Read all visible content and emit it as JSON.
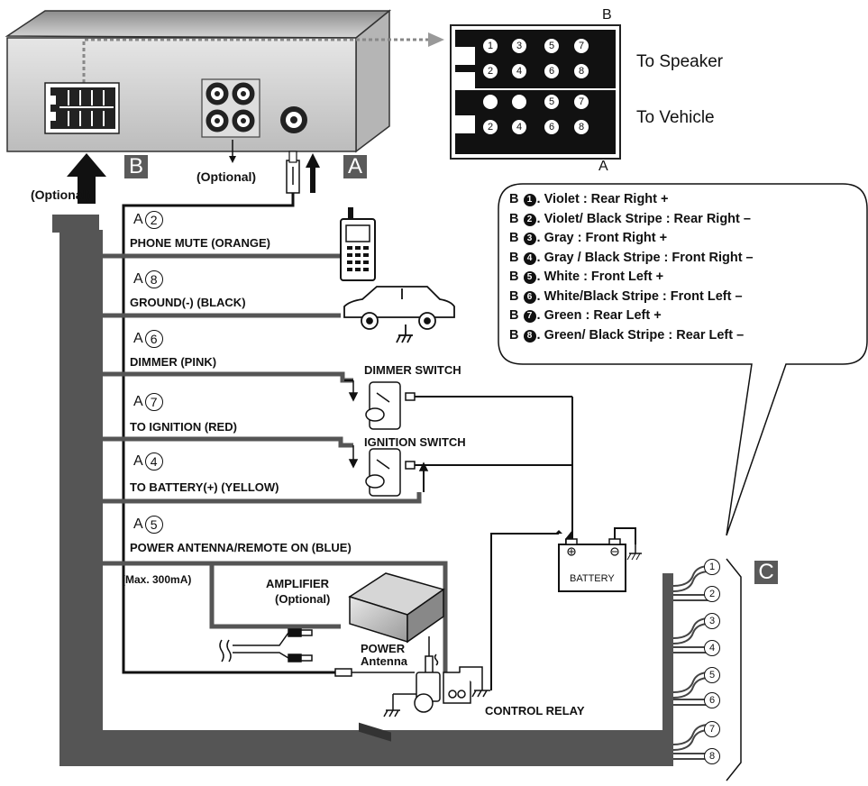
{
  "connector_b": {
    "top_letter": "B",
    "bottom_letter": "A",
    "row1": [
      "1",
      "3",
      "5",
      "7"
    ],
    "row2": [
      "2",
      "4",
      "6",
      "8"
    ],
    "row3": [
      "",
      "",
      "5",
      "7"
    ],
    "row4": [
      "2",
      "4",
      "6",
      "8"
    ],
    "to_speaker": "To Speaker",
    "to_vehicle": "To Vehicle"
  },
  "box_letters": {
    "b": "B",
    "a": "A",
    "c": "C"
  },
  "optional_left": "(Optional)",
  "optional_mid": "(Optional)",
  "wires": [
    {
      "pin_prefix": "A",
      "pin": "2",
      "label": "PHONE MUTE (ORANGE)"
    },
    {
      "pin_prefix": "A",
      "pin": "8",
      "label": "GROUND(-) (BLACK)"
    },
    {
      "pin_prefix": "A",
      "pin": "6",
      "label": "DIMMER (PINK)"
    },
    {
      "pin_prefix": "A",
      "pin": "7",
      "label": "TO IGNITION (RED)"
    },
    {
      "pin_prefix": "A",
      "pin": "4",
      "label": "TO BATTERY(+) (YELLOW)"
    },
    {
      "pin_prefix": "A",
      "pin": "5",
      "label": "POWER ANTENNA/REMOTE ON (BLUE)"
    }
  ],
  "max_current": "(Max. 300mA)",
  "dimmer_switch": "DIMMER SWITCH",
  "ignition_switch": "IGNITION SWITCH",
  "battery": "BATTERY",
  "amplifier": "AMPLIFIER",
  "amplifier_optional": "(Optional)",
  "power_antenna_1": "POWER",
  "power_antenna_2": "Antenna",
  "control_relay": "CONTROL RELAY",
  "legend": [
    {
      "prefix": "B",
      "num": "1",
      "text": ". Violet : Rear Right +"
    },
    {
      "prefix": "B",
      "num": "2",
      "text": ". Violet/ Black Stripe : Rear Right –"
    },
    {
      "prefix": "B",
      "num": "3",
      "text": ". Gray : Front Right +"
    },
    {
      "prefix": "B",
      "num": "4",
      "text": ". Gray / Black Stripe : Front Right –"
    },
    {
      "prefix": "B",
      "num": "5",
      "text": ". White : Front Left +"
    },
    {
      "prefix": "B",
      "num": "6",
      "text": ". White/Black Stripe : Front Left –"
    },
    {
      "prefix": "B",
      "num": "7",
      "text": ". Green : Rear Left +"
    },
    {
      "prefix": "B",
      "num": "8",
      "text": ". Green/ Black Stripe : Rear Left –"
    }
  ],
  "speaker_pins": [
    "1",
    "2",
    "3",
    "4",
    "5",
    "6",
    "7",
    "8"
  ]
}
